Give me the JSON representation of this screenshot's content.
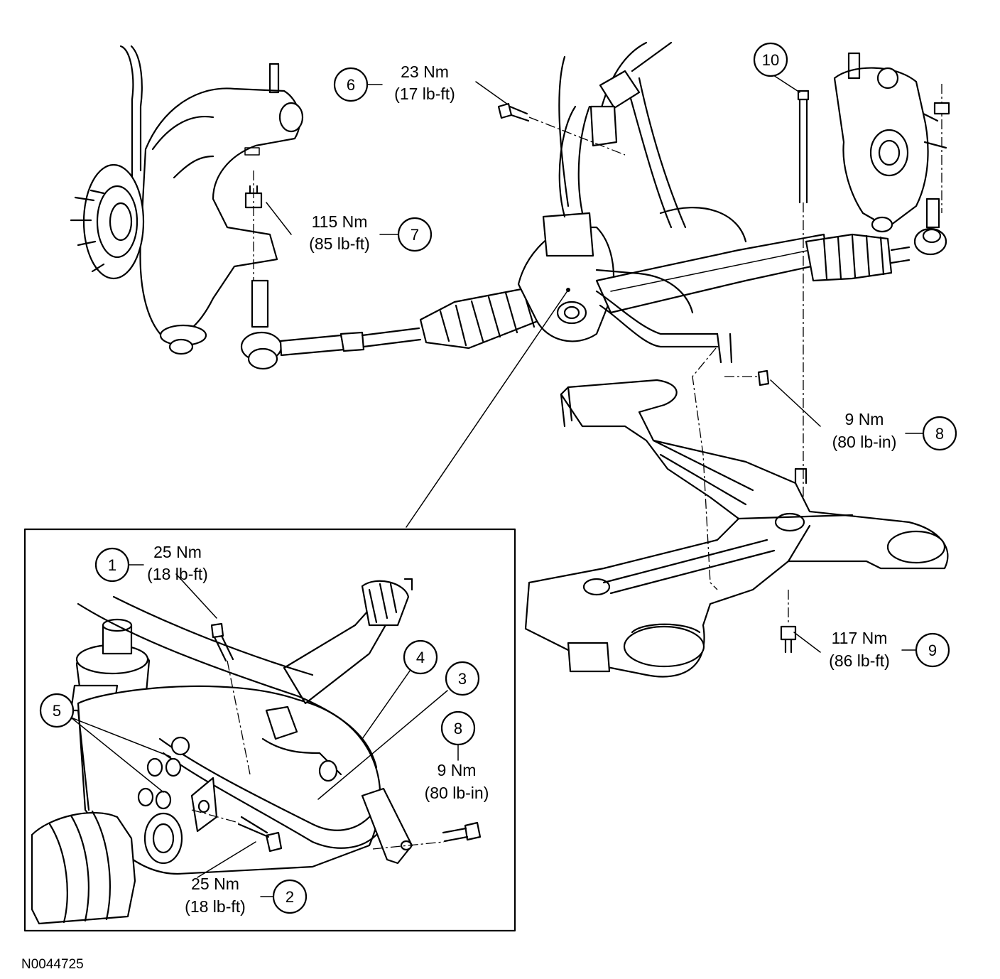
{
  "figure_code": "N0044725",
  "callouts": [
    {
      "id": "c1",
      "number": "1",
      "torque_metric": "25 Nm",
      "torque_imperial": "(18 lb-ft)"
    },
    {
      "id": "c2",
      "number": "2",
      "torque_metric": "25 Nm",
      "torque_imperial": "(18 lb-ft)"
    },
    {
      "id": "c3",
      "number": "3"
    },
    {
      "id": "c4",
      "number": "4"
    },
    {
      "id": "c5",
      "number": "5"
    },
    {
      "id": "c6",
      "number": "6",
      "torque_metric": "23 Nm",
      "torque_imperial": "(17 lb-ft)"
    },
    {
      "id": "c7",
      "number": "7",
      "torque_metric": "115 Nm",
      "torque_imperial": "(85 lb-ft)"
    },
    {
      "id": "c8a",
      "number": "8",
      "torque_metric": "9 Nm",
      "torque_imperial": "(80 lb-in)"
    },
    {
      "id": "c8b",
      "number": "8",
      "torque_metric": "9 Nm",
      "torque_imperial": "(80 lb-in)"
    },
    {
      "id": "c9",
      "number": "9",
      "torque_metric": "117 Nm",
      "torque_imperial": "(86 lb-ft)"
    },
    {
      "id": "c10",
      "number": "10"
    }
  ]
}
